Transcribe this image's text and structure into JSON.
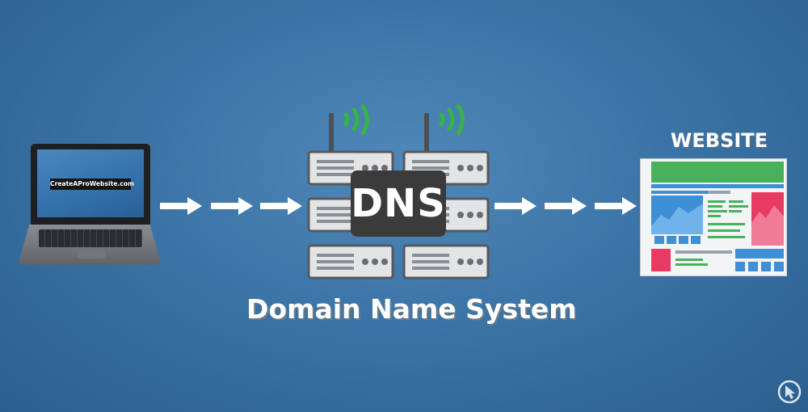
{
  "laptop": {
    "screen_text": "CreateAProWebsite.com"
  },
  "dns": {
    "label": "DNS"
  },
  "diagram": {
    "title": "Domain Name System"
  },
  "website": {
    "title": "WEBSITE"
  },
  "colors": {
    "background": "#3b74a6",
    "arrow": "#ffffff",
    "signal": "#37b34a",
    "server": "#e2e4e6",
    "dns_box": "#3b3b3b",
    "site_green": "#47b25b",
    "site_blue": "#3e8fd6",
    "site_pink": "#e73b64"
  },
  "icons": [
    "laptop-icon",
    "arrow-right-icon",
    "server-icon",
    "wifi-signal-icon",
    "website-page-icon",
    "logo-icon"
  ]
}
